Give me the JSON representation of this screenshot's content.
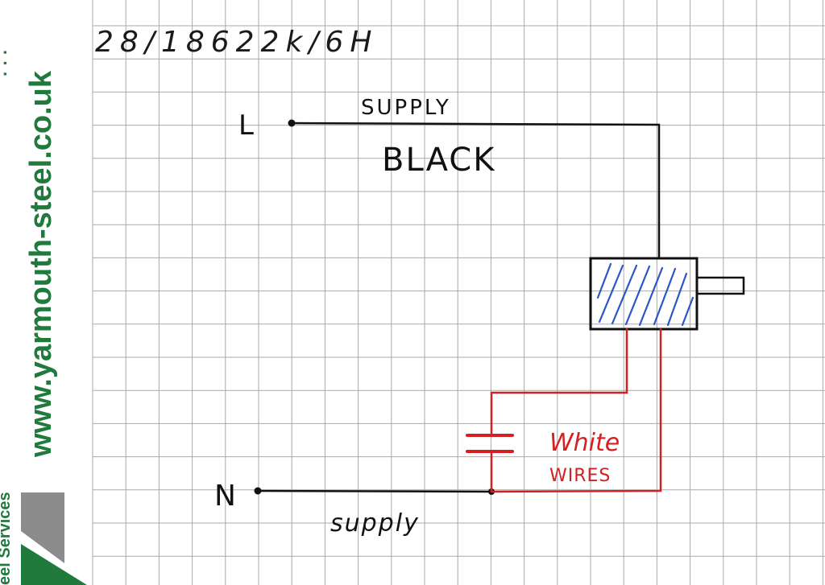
{
  "reference_number": "28/18622k/6H",
  "sidebar": {
    "website": "www.yarmouth-steel.co.uk",
    "company_fragment": "eel Services",
    "brand_color": "#1f7a3c",
    "gray_color": "#8c8c8c"
  },
  "wiring": {
    "live_terminal_label": "L",
    "neutral_terminal_label": "N",
    "top_supply_label": "SUPPLY",
    "top_wire_color_label": "BLACK",
    "bottom_supply_label": "supply",
    "white_label": "White",
    "wires_label": "WIRES",
    "colors": {
      "black_wire": "#111111",
      "red_wire": "#d42020",
      "shading": "#2a56c8",
      "grid": "#a9a9a9"
    }
  }
}
